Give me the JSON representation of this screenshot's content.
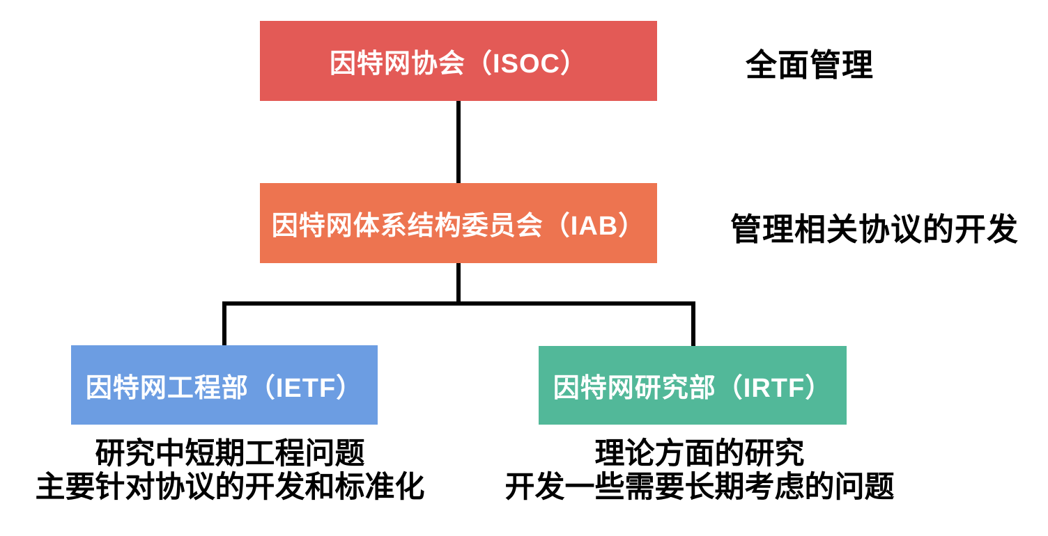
{
  "diagram": {
    "type": "org-chart",
    "background": "#FFFFFF",
    "connector_color": "#000000",
    "node_text_color": "#FFFFFF",
    "annotation_text_color": "#000000"
  },
  "nodes": {
    "isoc": {
      "label": "因特网协会（ISOC）",
      "annotation": "全面管理",
      "color": "#E35A56"
    },
    "iab": {
      "label": "因特网体系结构委员会（IAB）",
      "annotation": "管理相关协议的开发",
      "color": "#ED7450"
    },
    "ietf": {
      "label": "因特网工程部（IETF）",
      "desc": [
        "研究中短期工程问题",
        "主要针对协议的开发和标准化"
      ],
      "color": "#6C9DE2"
    },
    "irtf": {
      "label": "因特网研究部（IRTF）",
      "desc": [
        "理论方面的研究",
        "开发一些需要长期考虑的问题"
      ],
      "color": "#52B899"
    }
  },
  "edges": [
    {
      "from": "isoc",
      "to": "iab"
    },
    {
      "from": "iab",
      "to": "ietf"
    },
    {
      "from": "iab",
      "to": "irtf"
    }
  ]
}
